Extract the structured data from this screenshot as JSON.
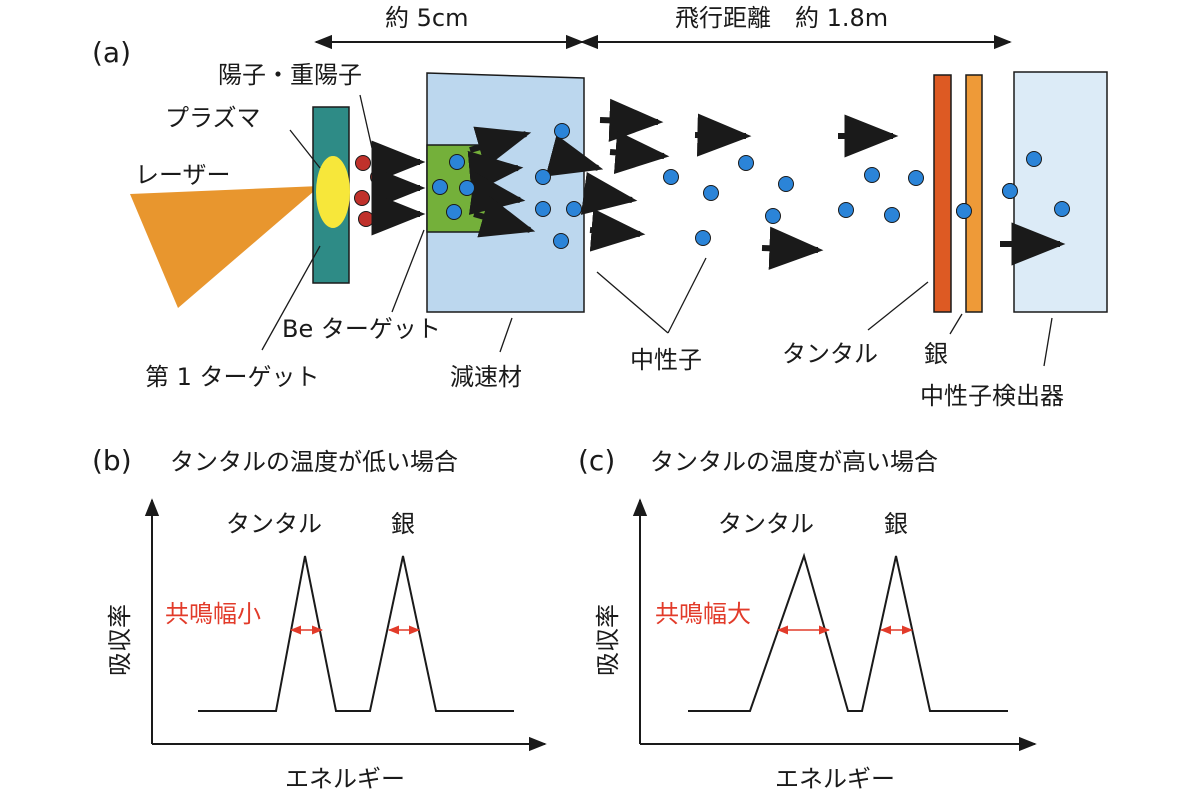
{
  "panel_a": {
    "label": "(a)",
    "distance_short": "約 5cm",
    "distance_long": "飛行距離　約 1.8m",
    "laser": "レーザー",
    "plasma": "プラズマ",
    "protons": "陽子・重陽子",
    "be_target": "Be ターゲット",
    "first_target": "第 1 ターゲット",
    "moderator": "減速材",
    "neutron": "中性子",
    "tantalum": "タンタル",
    "silver": "銀",
    "detector": "中性子検出器",
    "colors": {
      "laser": "#e8962e",
      "first_target": "#2e8b86",
      "plasma": "#f7e73a",
      "proton": "#c0312b",
      "be_target": "#74b03a",
      "moderator": "#bcd7ee",
      "neutron": "#2b84d8",
      "tantalum_plate": "#dd5a23",
      "silver_plate": "#ee9a38",
      "detector": "#dcebf7"
    }
  },
  "panel_b": {
    "label": "(b)",
    "title": "タンタルの温度が低い場合",
    "ylabel": "吸収率",
    "xlabel": "エネルギー",
    "peak1": "タンタル",
    "peak2": "銀",
    "width_label": "共鳴幅小"
  },
  "panel_c": {
    "label": "(c)",
    "title": "タンタルの温度が高い場合",
    "ylabel": "吸収率",
    "xlabel": "エネルギー",
    "peak1": "タンタル",
    "peak2": "銀",
    "width_label": "共鳴幅大"
  }
}
